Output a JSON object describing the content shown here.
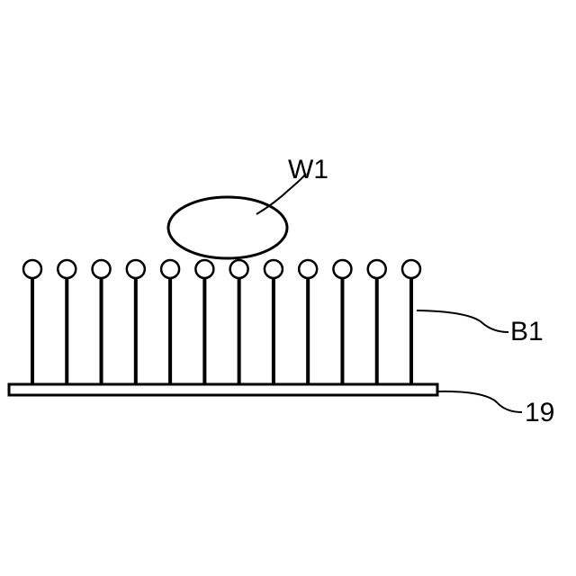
{
  "labels": {
    "droplet": "W1",
    "pillars": "B1",
    "substrate": "19"
  },
  "pillar_count": 12,
  "colors": {
    "stroke": "#000000",
    "fill": "#ffffff"
  }
}
